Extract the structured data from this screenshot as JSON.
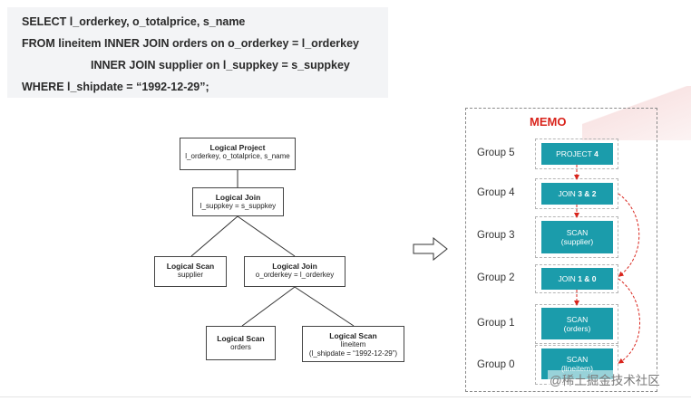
{
  "sql": {
    "line1": "SELECT l_orderkey, o_totalprice, s_name",
    "line2": "FROM lineitem INNER JOIN orders on o_orderkey = l_orderkey",
    "line3": "INNER JOIN supplier on l_suppkey = s_suppkey",
    "line4": "WHERE l_shipdate = “1992-12-29”;"
  },
  "plan": {
    "project": {
      "title": "Logical Project",
      "detail": "l_orderkey, o_totalprice, s_name"
    },
    "join_top": {
      "title": "Logical Join",
      "detail": "l_suppkey = s_suppkey"
    },
    "scan_supplier": {
      "title": "Logical Scan",
      "detail": "supplier"
    },
    "join_bottom": {
      "title": "Logical Join",
      "detail": "o_orderkey = l_orderkey"
    },
    "scan_orders": {
      "title": "Logical Scan",
      "detail": "orders"
    },
    "scan_lineitem": {
      "title": "Logical Scan",
      "detail": "lineitem",
      "detail2": "(l_shipdate = “1992-12-29”)"
    }
  },
  "memo": {
    "title": "MEMO",
    "groups": [
      {
        "label": "Group 5",
        "line1": "PROJECT",
        "num": "4"
      },
      {
        "label": "Group 4",
        "line1": "JOIN",
        "num": "3 & 2"
      },
      {
        "label": "Group 3",
        "line1": "SCAN",
        "line2": "(supplier)"
      },
      {
        "label": "Group 2",
        "line1": "JOIN",
        "num": "1 & 0"
      },
      {
        "label": "Group 1",
        "line1": "SCAN",
        "line2": "(orders)"
      },
      {
        "label": "Group 0",
        "line1": "SCAN",
        "line2": "(lineitem)"
      }
    ]
  },
  "watermark": "@稀土掘金技术社区",
  "colors": {
    "expr_fill": "#1b9cab",
    "memo_title": "#d9241c",
    "arrow": "#d9241c"
  },
  "icons": {
    "transform_arrow": "hollow-right-arrow-icon"
  }
}
